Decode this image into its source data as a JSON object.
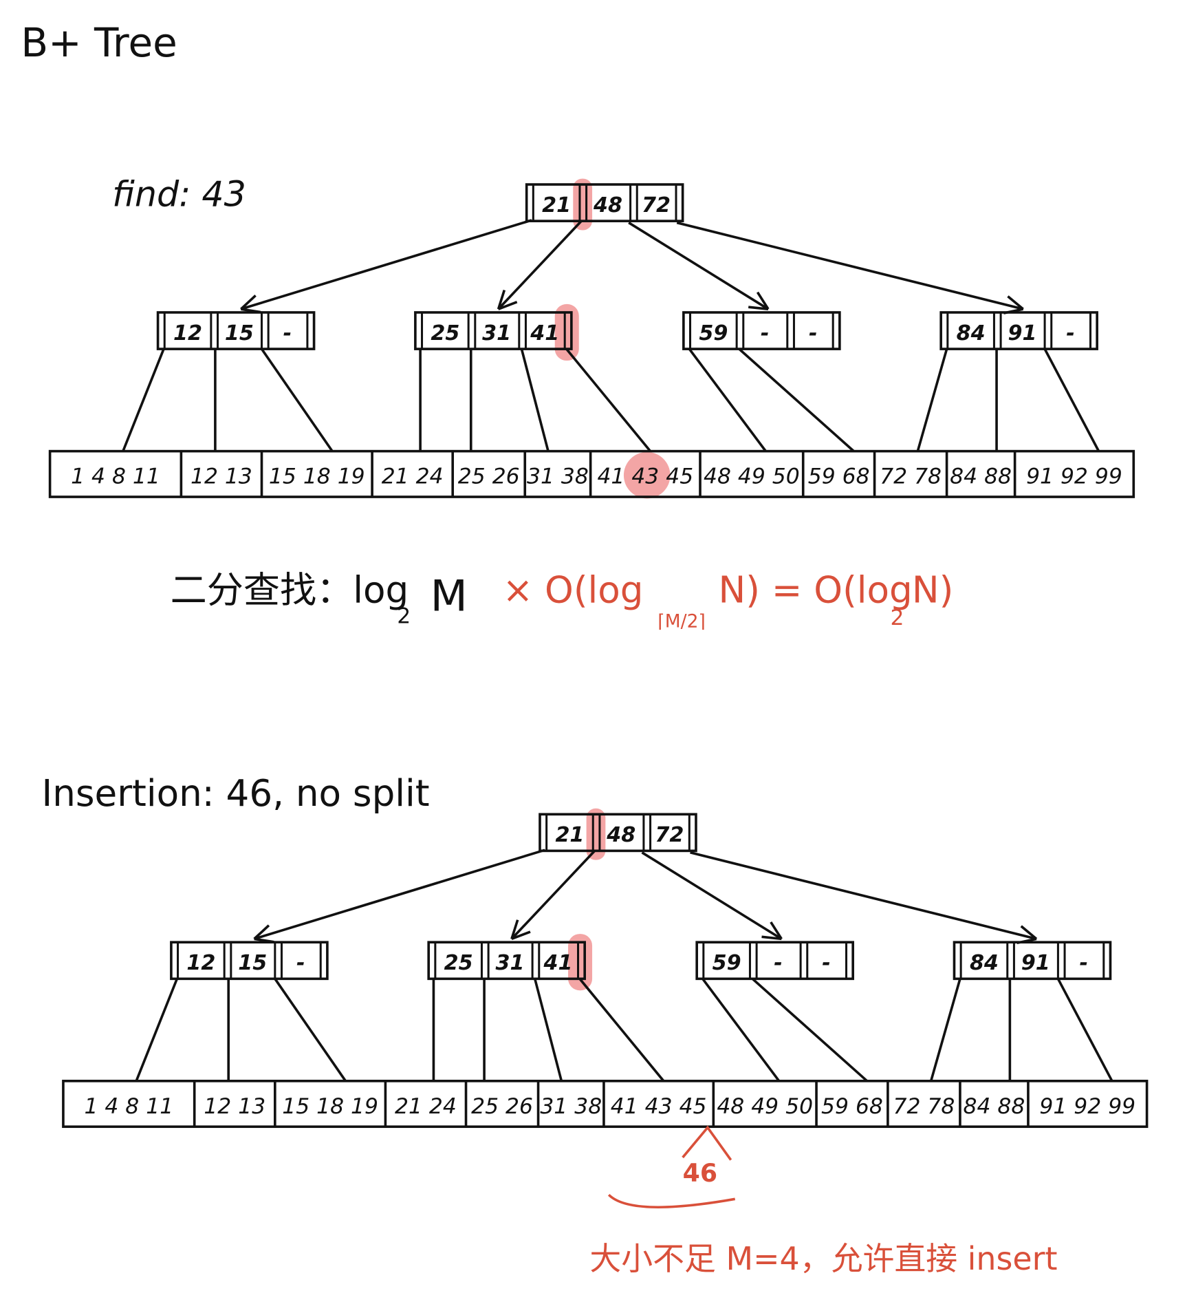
{
  "title": "B+ Tree",
  "find_label": "find: 43",
  "insert_label": "Insertion: 46, no split",
  "formula": {
    "black_main": "二分查找：log",
    "black_sub": "2",
    "black_tail": "M",
    "red_main": "× O(log",
    "red_sub": "⌈M/2⌉",
    "red_mid": "N) = O(log",
    "red_sub2": "2",
    "red_tail": "N)"
  },
  "insert_value": "46",
  "insert_note": "大小不足 M=4，允许直接 insert",
  "colors": {
    "ink": "#111111",
    "accent": "#d9503a",
    "highlight": "#f08f8f"
  },
  "trees": [
    {
      "name": "find-tree",
      "root": [
        "21",
        "48",
        "72"
      ],
      "internal": [
        [
          "12",
          "15",
          "-"
        ],
        [
          "25",
          "31",
          "41"
        ],
        [
          "59",
          "-",
          "-"
        ],
        [
          "84",
          "91",
          "-"
        ]
      ],
      "leaves": [
        "1 4 8 11",
        "12 13",
        "15 18 19",
        "21 24",
        "25 26",
        "31 38",
        "41 43 45",
        "48 49 50",
        "59 68",
        "72 78",
        "84 88",
        "91 92 99"
      ],
      "highlight_key": "43"
    },
    {
      "name": "insert-tree",
      "root": [
        "21",
        "48",
        "72"
      ],
      "internal": [
        [
          "12",
          "15",
          "-"
        ],
        [
          "25",
          "31",
          "41"
        ],
        [
          "59",
          "-",
          "-"
        ],
        [
          "84",
          "91",
          "-"
        ]
      ],
      "leaves": [
        "1 4 8 11",
        "12 13",
        "15 18 19",
        "21 24",
        "25 26",
        "31 38",
        "41 43 45",
        "48 49 50",
        "59 68",
        "72 78",
        "84 88",
        "91 92 99"
      ]
    }
  ]
}
